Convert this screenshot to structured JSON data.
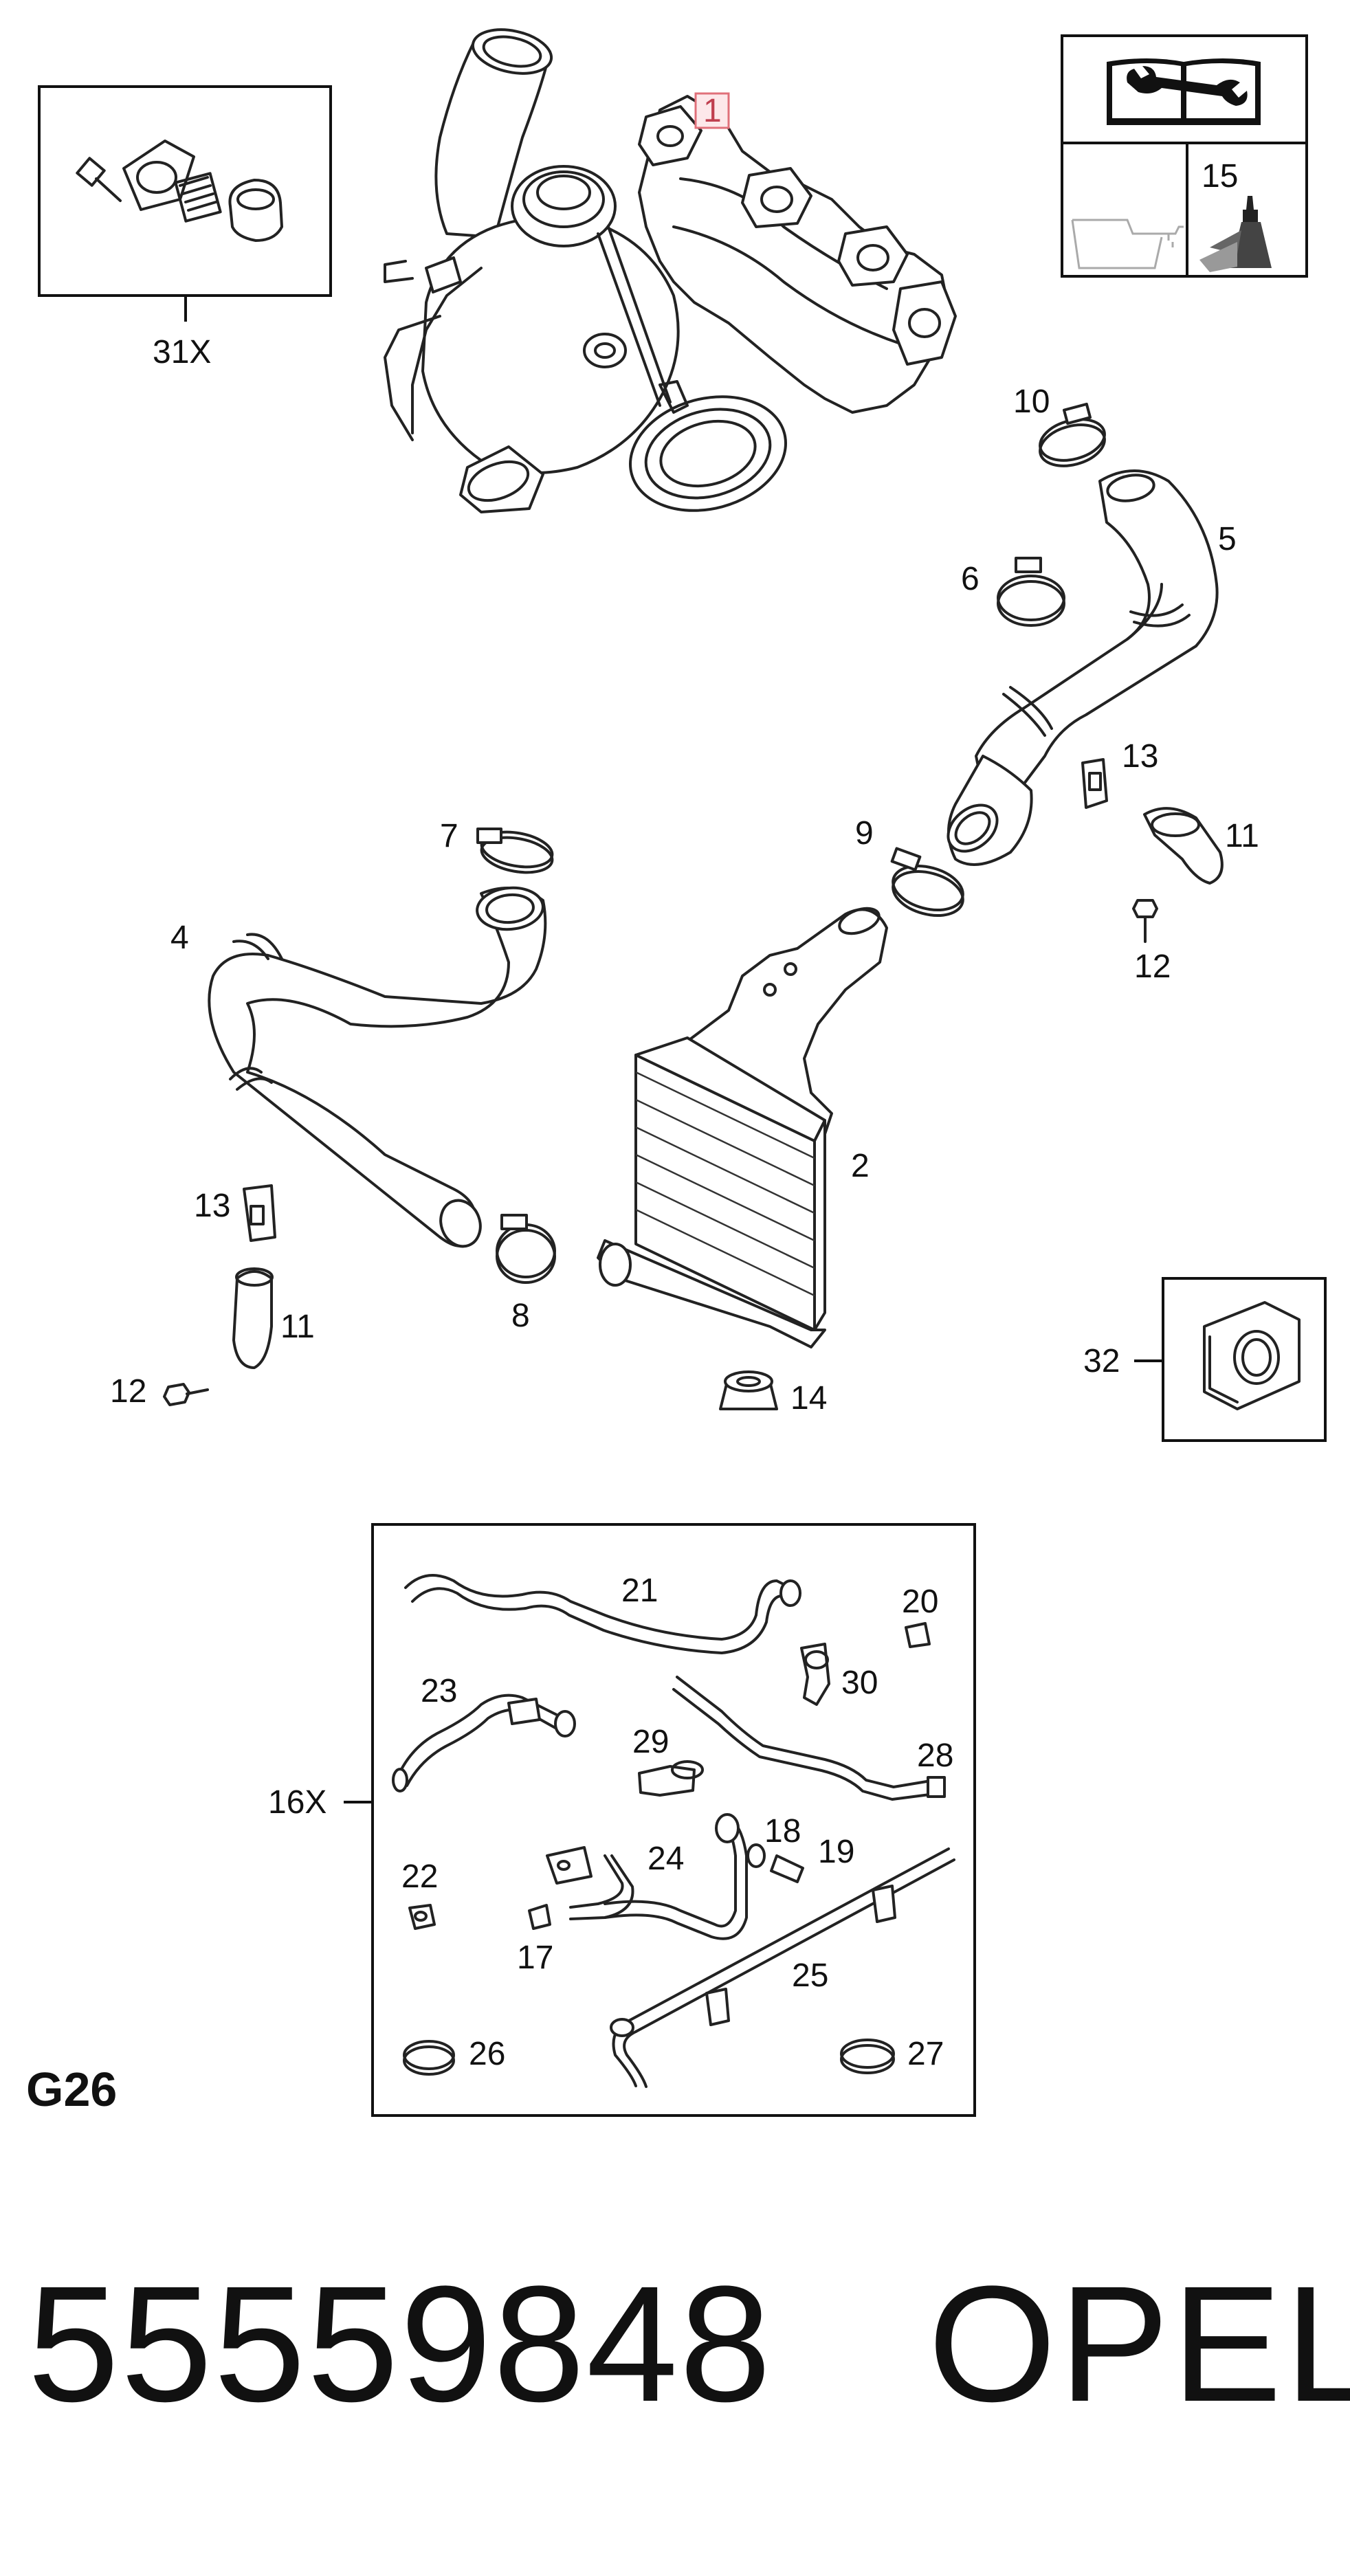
{
  "callouts": {
    "c1": "1",
    "c2": "2",
    "c4": "4",
    "c5": "5",
    "c6": "6",
    "c7": "7",
    "c8": "8",
    "c9": "9",
    "c10": "10",
    "c11a": "11",
    "c11b": "11",
    "c12a": "12",
    "c12b": "12",
    "c13a": "13",
    "c13b": "13",
    "c14": "14",
    "c15": "15",
    "c16x": "16X",
    "c17": "17",
    "c18": "18",
    "c19": "19",
    "c20": "20",
    "c21": "21",
    "c22": "22",
    "c23": "23",
    "c24": "24",
    "c25": "25",
    "c26": "26",
    "c27": "27",
    "c28": "28",
    "c29": "29",
    "c30": "30",
    "c31x": "31X",
    "c32": "32"
  },
  "section_code": "G26",
  "part_number": "55559848",
  "brand": "OPEL",
  "colors": {
    "highlight_border": "#e0707a",
    "highlight_fill": "#fde8ea",
    "line": "#222222"
  },
  "icons": {
    "manual": "repair-manual-wrench-icon",
    "oil": "oil-pan-icon",
    "sealant": "sealant-tube-icon"
  }
}
